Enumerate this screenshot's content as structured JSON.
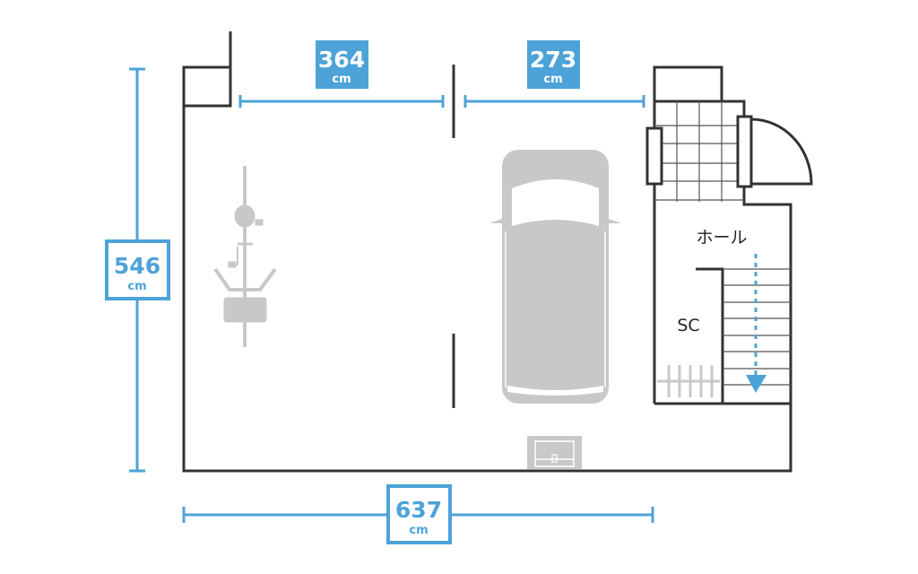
{
  "dimensions": {
    "height": {
      "value": "546",
      "unit": "cm"
    },
    "left_width": {
      "value": "364",
      "unit": "cm"
    },
    "right_width": {
      "value": "273",
      "unit": "cm"
    },
    "total_width": {
      "value": "637",
      "unit": "cm"
    }
  },
  "rooms": {
    "hall": "ホール",
    "storage": "SC"
  },
  "colors": {
    "accent": "#4da3d8",
    "wall": "#333333",
    "fixture": "#c8c8c8"
  }
}
